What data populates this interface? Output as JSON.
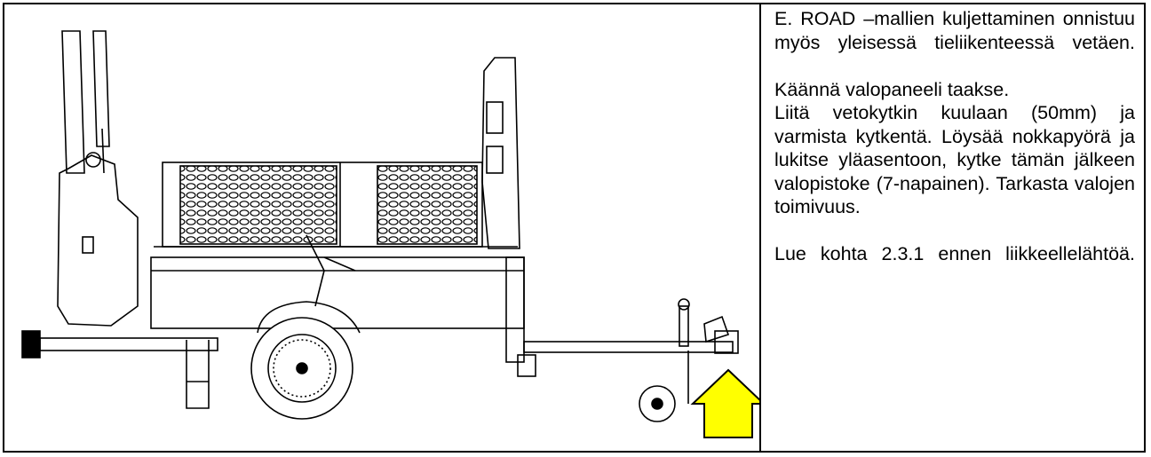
{
  "figure": {
    "arrow_color": "#ffff00",
    "arrow_outline": "#000000",
    "subject": "trailer-side-view"
  },
  "text": {
    "p1": "E. ROAD –mallien kuljettaminen onnistuu myös yleisessä tieliikenteessä vetäen.",
    "p2a": "Käännä valopaneeli taakse.",
    "p2b": "Liitä vetokytkin kuulaan (50mm) ja varmista kytkentä. Löysää nokkapyörä ja lukitse yläasentoon, kytke tämän jälkeen valopistoke (7-napainen). Tarkasta valojen toimivuus.",
    "p3": "Lue kohta 2.3.1 ennen liikkeellelähtöä."
  }
}
